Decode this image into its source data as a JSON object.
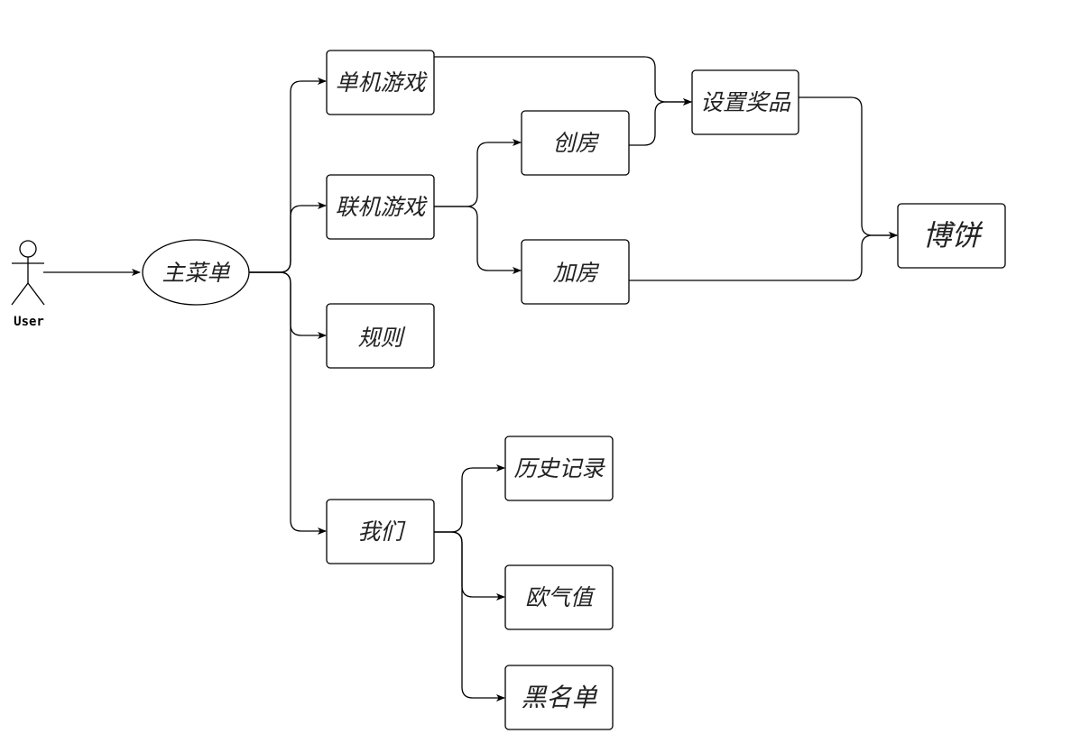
{
  "actor": {
    "label": "User"
  },
  "nodes": {
    "main_menu": "主菜单",
    "single_game": "单机游戏",
    "online_game": "联机游戏",
    "rules": "规则",
    "me": "我们",
    "create_room": "创房",
    "join_room": "加房",
    "set_prize": "设置奖品",
    "gamble": "博饼",
    "history": "历史记录",
    "luck_value": "欧气值",
    "blacklist": "黑名单"
  },
  "edges": [
    [
      "actor",
      "main_menu"
    ],
    [
      "main_menu",
      "single_game"
    ],
    [
      "main_menu",
      "online_game"
    ],
    [
      "main_menu",
      "rules"
    ],
    [
      "main_menu",
      "me"
    ],
    [
      "online_game",
      "create_room"
    ],
    [
      "online_game",
      "join_room"
    ],
    [
      "single_game",
      "set_prize"
    ],
    [
      "create_room",
      "set_prize"
    ],
    [
      "set_prize",
      "gamble"
    ],
    [
      "join_room",
      "gamble"
    ],
    [
      "me",
      "history"
    ],
    [
      "me",
      "luck_value"
    ],
    [
      "me",
      "blacklist"
    ]
  ]
}
